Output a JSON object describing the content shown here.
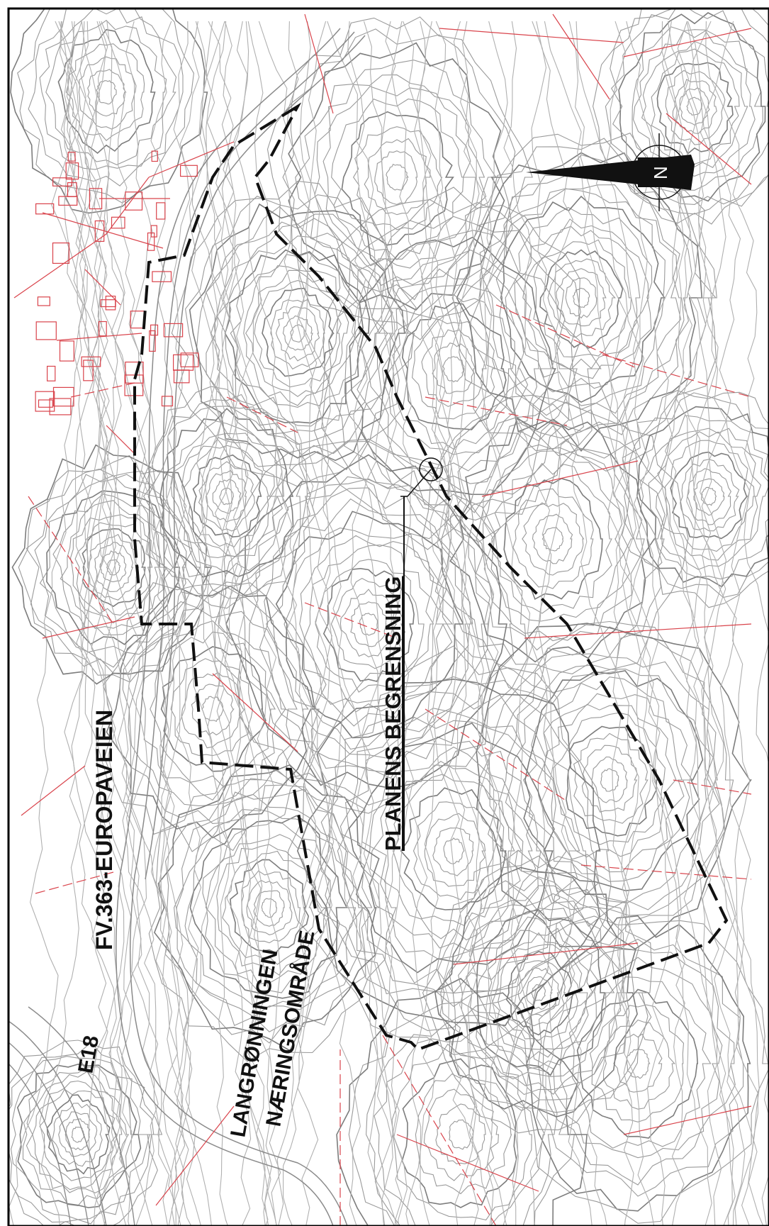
{
  "map": {
    "labels": {
      "road_fv363": "FV.363-EUROPAVEIEN",
      "road_e18": "E18",
      "area_line1": "LANGRØNNINGEN",
      "area_line2": "NÆRINGSOMRÅDE",
      "plan_boundary": "PLANENS BEGRENSNING"
    },
    "colors": {
      "background": "#ffffff",
      "contour": "#9a9a9a",
      "contour_dark": "#7d7d7d",
      "property_lines": "#d9434b",
      "boundary": "#111111",
      "frame": "#000000"
    },
    "north_arrow": {
      "icon": "north-arrow-icon",
      "symbol": "N"
    }
  }
}
